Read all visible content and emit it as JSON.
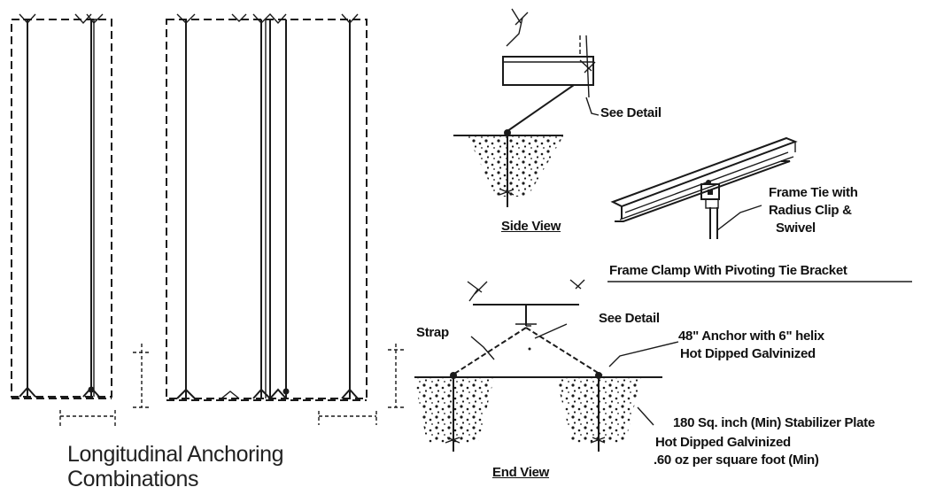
{
  "labels": {
    "see_detail_top": "See Detail",
    "side_view": "Side View",
    "frame_tie_1": "Frame Tie with",
    "frame_tie_2": "Radius Clip &",
    "frame_tie_3": "Swivel",
    "frame_clamp_title": "Frame Clamp With Pivoting Tie Bracket",
    "strap": "Strap",
    "see_detail_end": "See Detail",
    "anchor_1": "48\" Anchor with 6\" helix",
    "anchor_2": "Hot Dipped Galvinized",
    "plate_1": "180 Sq. inch (Min) Stabilizer Plate",
    "plate_2": "Hot Dipped Galvinized",
    "plate_3": ".60 oz per square foot (Min)",
    "end_view": "End View",
    "longitudinal_1": "Longitudinal Anchoring",
    "longitudinal_2": "Combinations"
  },
  "colors": {
    "ink": "#1a1a1a",
    "paper": "#ffffff"
  }
}
